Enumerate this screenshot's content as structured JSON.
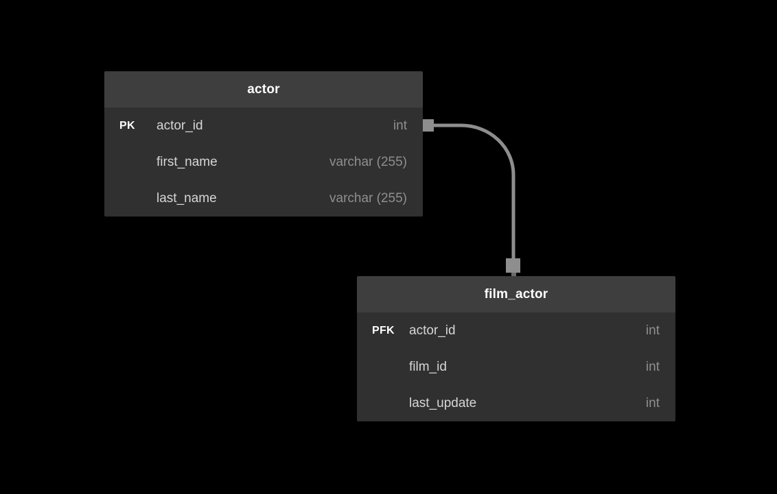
{
  "diagram": {
    "background_color": "#000000",
    "tables": [
      {
        "name": "actor",
        "header_color": "#3e3e3e",
        "body_color": "#303030",
        "fields": [
          {
            "key": "PK",
            "name": "actor_id",
            "type": "int"
          },
          {
            "key": "",
            "name": "first_name",
            "type": "varchar (255)"
          },
          {
            "key": "",
            "name": "last_name",
            "type": "varchar (255)"
          }
        ]
      },
      {
        "name": "film_actor",
        "header_color": "#3e3e3e",
        "body_color": "#303030",
        "fields": [
          {
            "key": "PFK",
            "name": "actor_id",
            "type": "int"
          },
          {
            "key": "",
            "name": "film_id",
            "type": "int"
          },
          {
            "key": "",
            "name": "last_update",
            "type": "int"
          }
        ]
      }
    ],
    "relationship": {
      "from_table": "actor",
      "from_field": "actor_id",
      "to_table": "film_actor",
      "color": "#8e8e8e",
      "stub_color": "#6a6a6a"
    }
  }
}
